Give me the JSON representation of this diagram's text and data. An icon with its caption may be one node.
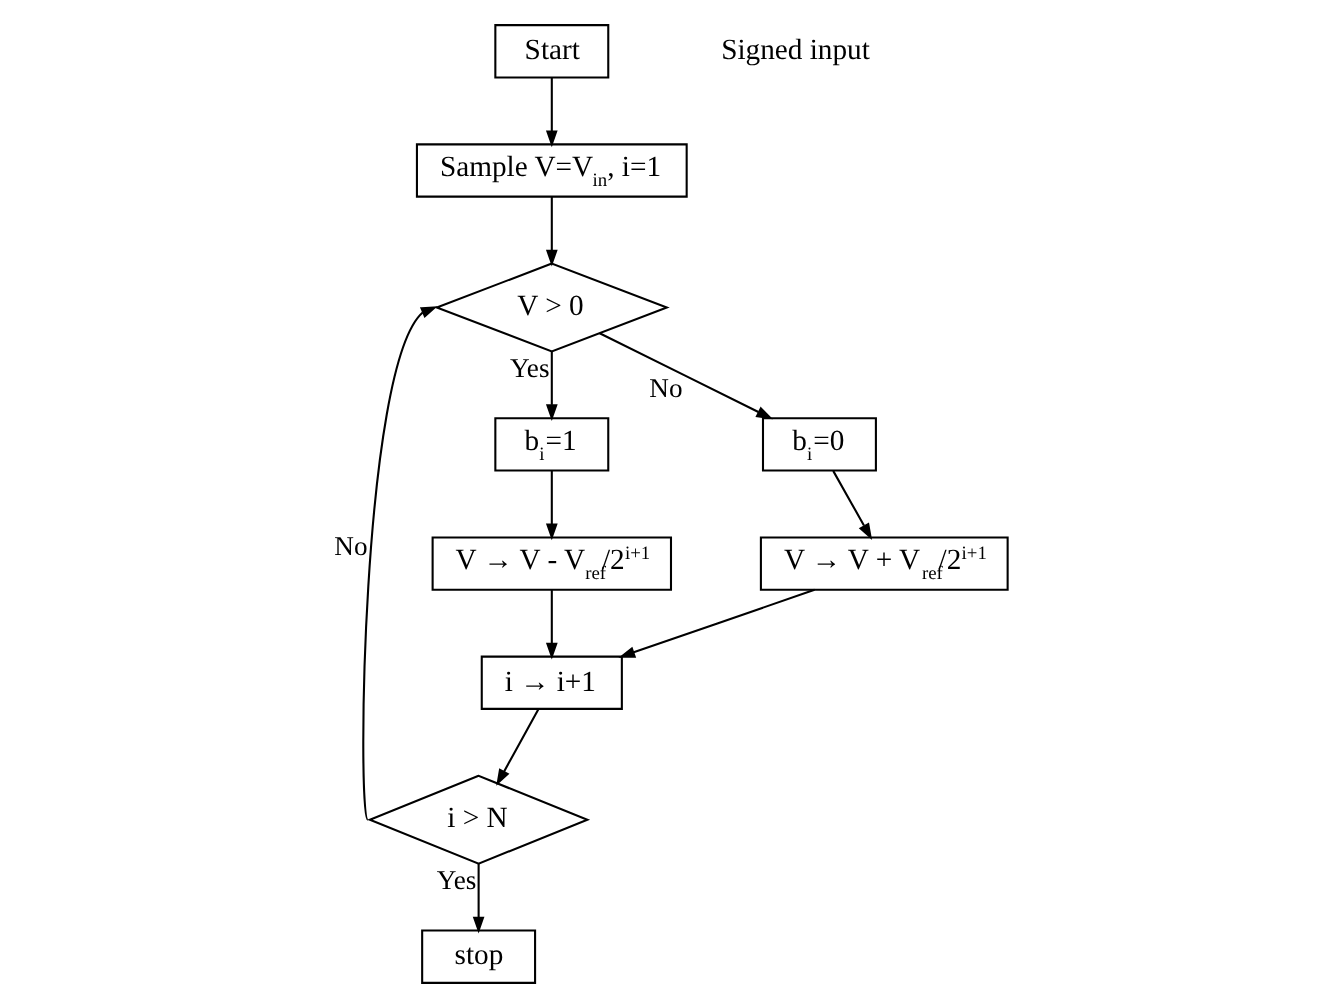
{
  "diagram": {
    "nodes": [
      {
        "text": [
          "Start"
        ]
      },
      {
        "text": [
          "Sample V=V$_{in}$, i=1"
        ]
      },
      {
        "text": [
          "V > 0"
        ]
      },
      {
        "text": [
          "b$_{i}$=1"
        ]
      },
      {
        "text": [
          "b$_{i}$=0"
        ]
      },
      {
        "text": [
          "V → V - V$_{ref}$/2$^{i+1}$"
        ]
      },
      {
        "text": [
          "V → V + V$_{ref}$/2$^{i+1}$"
        ]
      },
      {
        "text": [
          "i → i+1"
        ]
      },
      {
        "text": [
          "i > N"
        ]
      },
      {
        "text": [
          "stop"
        ]
      }
    ],
    "edges": [
      {
        "from": 0,
        "to": 1,
        "arrow": "to"
      },
      {
        "from": 1,
        "to": 2,
        "arrow": "to"
      },
      {
        "from": 2,
        "to": 3,
        "arrow": "to",
        "label": "Yes"
      },
      {
        "from": 2,
        "to": 4,
        "arrow": "to",
        "label": "No"
      },
      {
        "from": 3,
        "to": 5,
        "arrow": "to"
      },
      {
        "from": 4,
        "to": 6,
        "arrow": "to"
      },
      {
        "from": 5,
        "to": 7,
        "arrow": "to"
      },
      {
        "from": 6,
        "to": 7,
        "arrow": "to"
      },
      {
        "from": 7,
        "to": 8,
        "arrow": "to"
      },
      {
        "from": 8,
        "to": 2,
        "arrow": "to",
        "label": "No"
      },
      {
        "from": 8,
        "to": 9,
        "arrow": "to",
        "label": "Yes"
      }
    ],
    "labels": [
      "Signed input"
    ]
  }
}
